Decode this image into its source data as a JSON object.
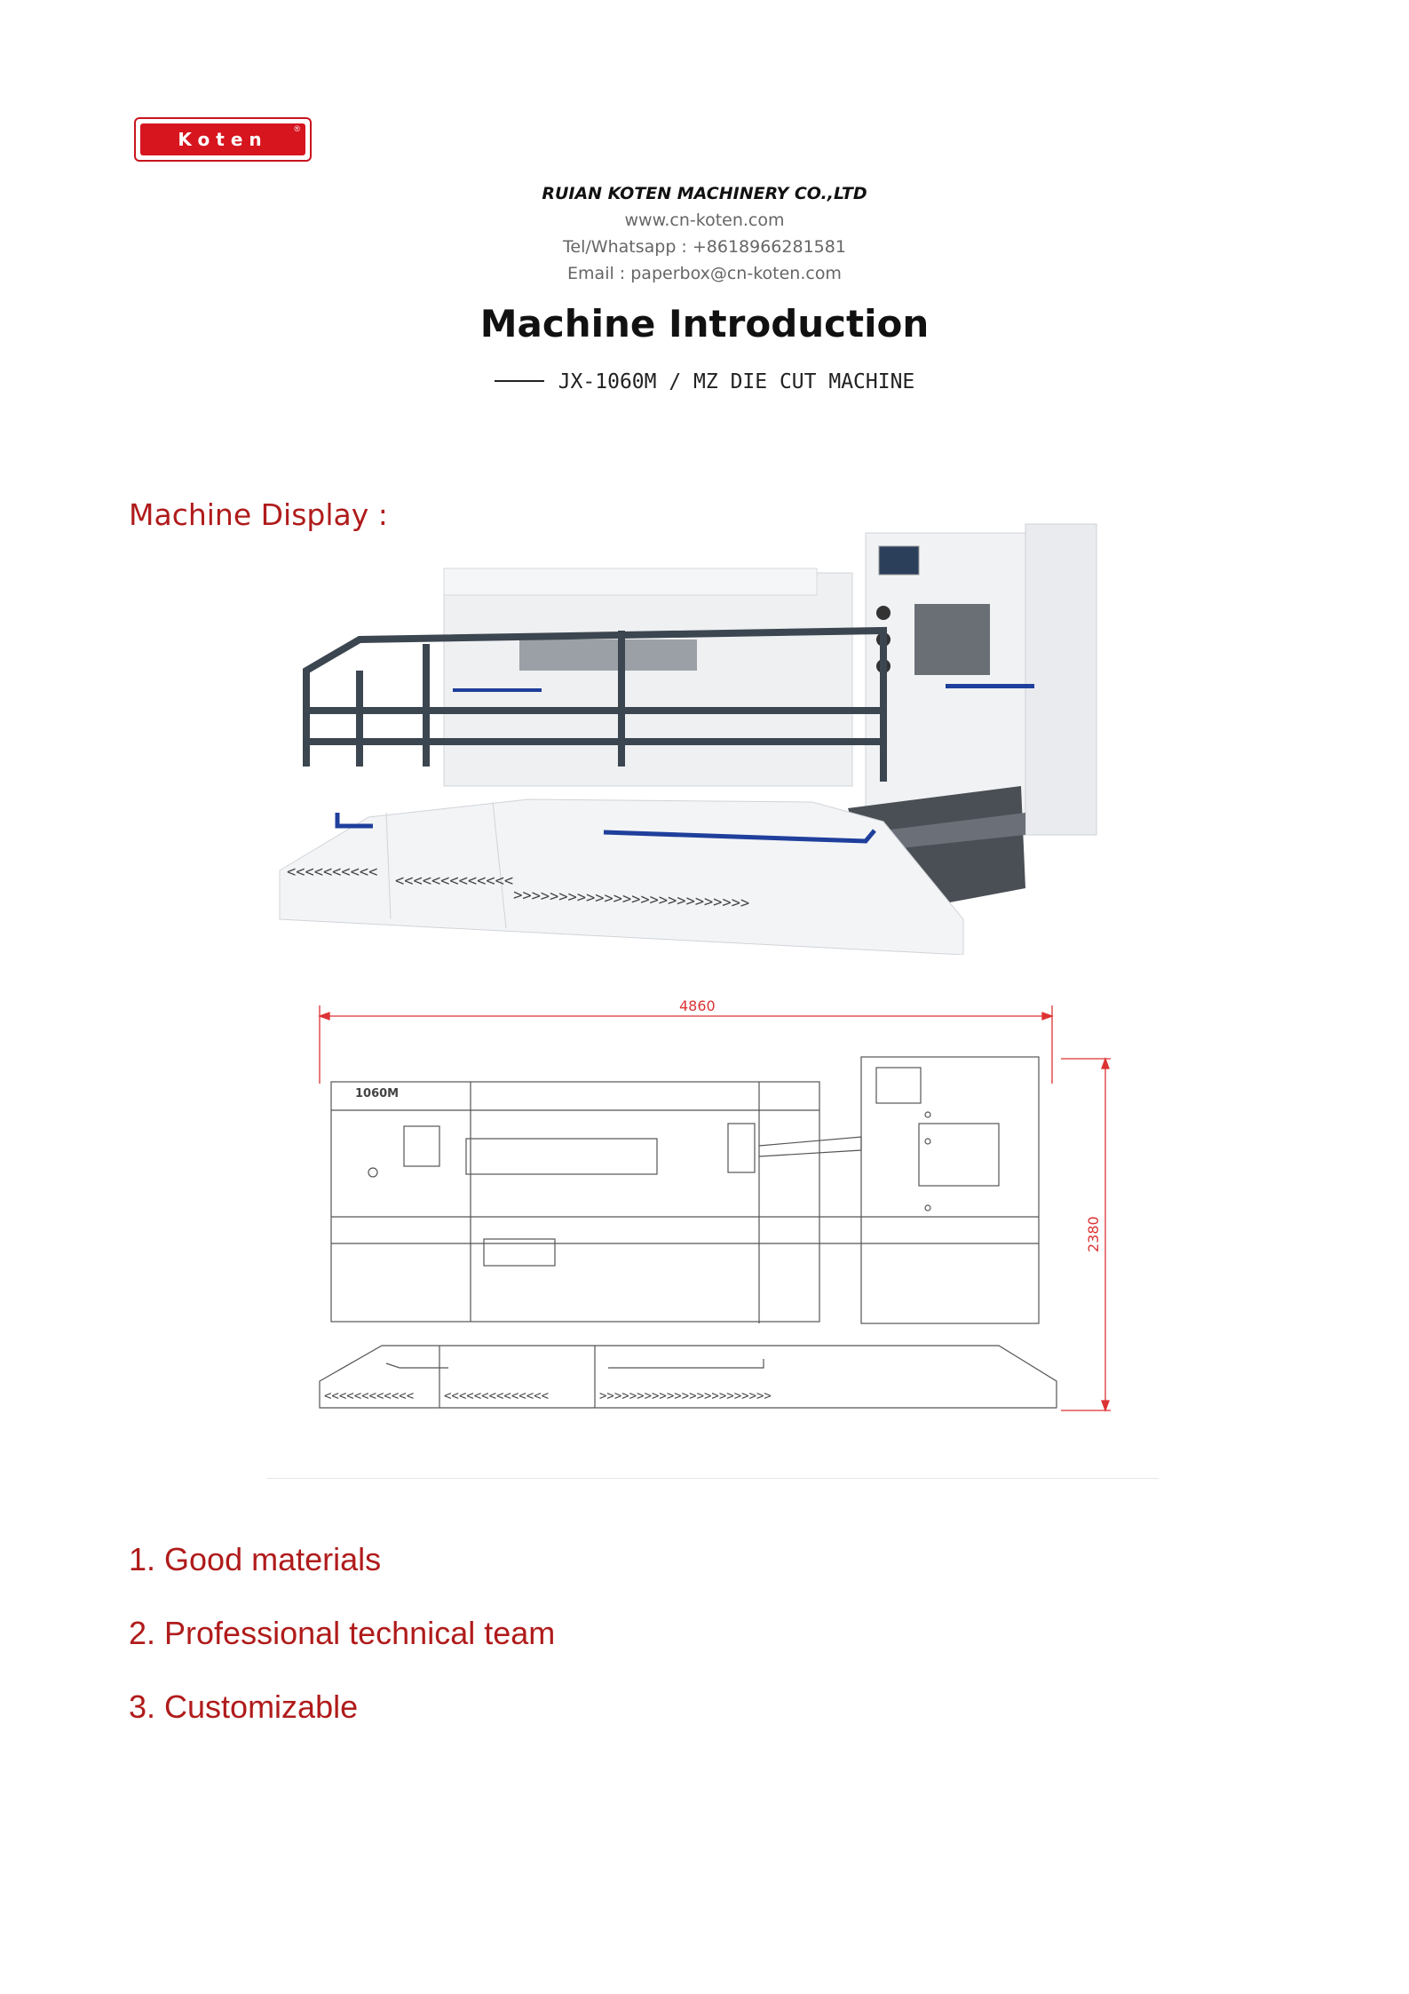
{
  "logo": {
    "text": "Koten",
    "mark": "®"
  },
  "header": {
    "company": "RUIAN KOTEN MACHINERY CO.,LTD",
    "website": "www.cn-koten.com",
    "phone": "Tel/Whatsapp : +8618966281581",
    "email": "Email : paperbox@cn-koten.com"
  },
  "title": "Machine Introduction",
  "subtitle": "JX-1060M / MZ DIE CUT MACHINE",
  "section_heading": "Machine Display :",
  "photo": {
    "arrows_left": "<<<<<<<<<<",
    "arrows_mid": "<<<<<<<<<<<<<",
    "arrows_right": ">>>>>>>>>>>>>>>>>>>>>>>>>>"
  },
  "drawing": {
    "width_label": "4860",
    "height_label": "2380",
    "model_label": "1060M",
    "arrows_left": "<<<<<<<<<<<<",
    "arrows_mid": "<<<<<<<<<<<<<<",
    "arrows_right": ">>>>>>>>>>>>>>>>>>>>>>>"
  },
  "features": [
    "1. Good materials",
    "2. Professional technical team",
    "3. Customizable"
  ],
  "colors": {
    "accent": "#b01b1b",
    "logo": "#d6151f",
    "machine_blue": "#1f3f9c"
  }
}
